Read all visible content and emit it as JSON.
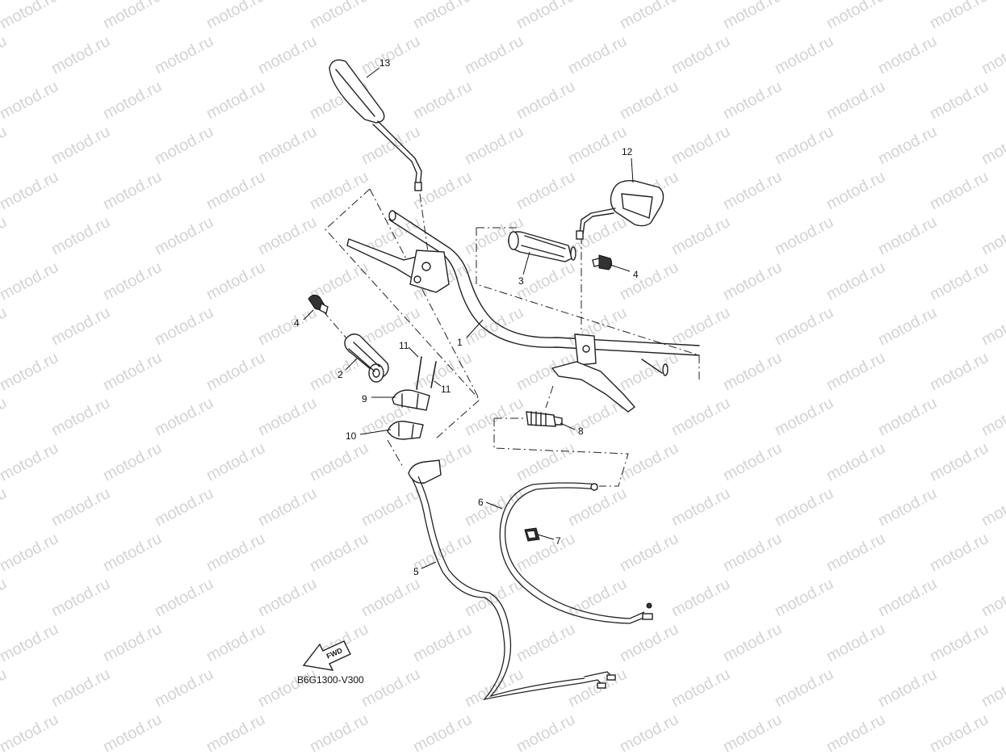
{
  "watermark": {
    "text": "motod.ru"
  },
  "diagram_code": "B6G1300-V300",
  "fwd_label": "FWD",
  "callouts": {
    "c1": "1",
    "c2": "2",
    "c3": "3",
    "c4a": "4",
    "c4b": "4",
    "c5": "5",
    "c6": "6",
    "c7": "7",
    "c8": "8",
    "c9": "9",
    "c10": "10",
    "c11a": "11",
    "c11b": "11",
    "c12": "12",
    "c13": "13"
  }
}
